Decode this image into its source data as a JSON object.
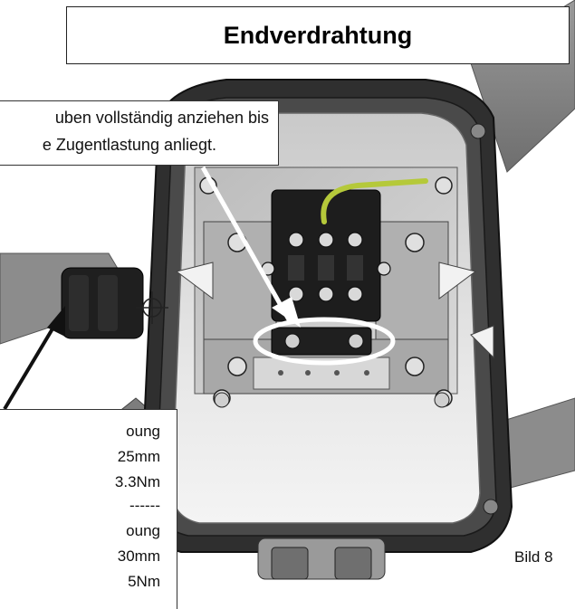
{
  "title": "Endverdrahtung",
  "callout_top": {
    "line1": "uben vollständig anziehen bis",
    "line2": "e Zugentlastung anliegt."
  },
  "callout_left": {
    "lines": [
      "oung",
      "25mm",
      "3.3Nm",
      "------",
      "oung",
      "30mm",
      "5Nm"
    ]
  },
  "figure_label": "Bild 8",
  "colors": {
    "housing_dark": "#2b2b2b",
    "housing_light": "#d9d9d9",
    "background_bar": "#8a8a8a",
    "ground_wire": "#b5c93a",
    "highlight_ellipse": "#ffffff"
  },
  "icons": [
    "crosshair-icon",
    "arrow-icon"
  ]
}
